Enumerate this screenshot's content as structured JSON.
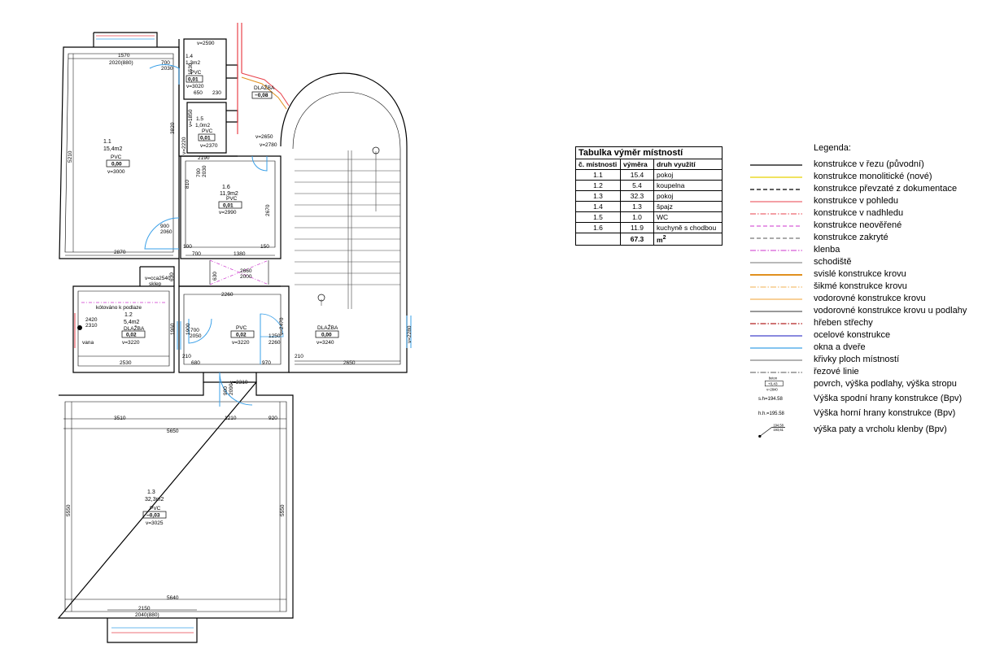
{
  "plan": {
    "rooms": [
      {
        "id": "1.1",
        "area": "15,4m2",
        "floor": "PVC",
        "level": "0,00",
        "height": "v=3000"
      },
      {
        "id": "1.2",
        "area": "5,4m2",
        "floor": "DLAŽBA",
        "level": "0,02",
        "height": "v=3220",
        "note": "kótováno k podlaze",
        "spot": "2420",
        "spot2": "2310",
        "item": "vana"
      },
      {
        "id": "1.3",
        "area": "32,3m2",
        "floor": "PVC",
        "level": "−0,03",
        "height": "v=3025"
      },
      {
        "id": "1.4",
        "area": "1,3m2",
        "floor": "PVC",
        "level": "0,01",
        "height": "v=3020"
      },
      {
        "id": "1.5",
        "area": "1,0m2",
        "floor": "PVC",
        "level": "0,01",
        "height": "v=2370"
      },
      {
        "id": "1.6",
        "area": "11,9m2",
        "floor": "PVC",
        "level": "0,01",
        "height": "v=2990"
      }
    ],
    "extra_stamps": [
      {
        "floor": "DLAŽBA",
        "level": "−0,08"
      },
      {
        "floor": "PVC",
        "level": "0,02",
        "height": "v=3220"
      },
      {
        "floor": "DLAŽBA",
        "level": "0,00",
        "height": "v=3240"
      }
    ],
    "dims": {
      "d1570": "1570",
      "d2020": "2020(880)",
      "d700": "700",
      "d2030": "2030",
      "d2590": "v=2590",
      "d5210": "5210",
      "d3820": "3820",
      "d650": "650",
      "d230": "230",
      "d1530": "1530",
      "d1850": "v=1850",
      "d2220": "v=2220",
      "d2650a": "v=2650",
      "d2780": "v=2780",
      "d2190": "2190",
      "d810": "810",
      "d700b": "700",
      "d2030b": "2030",
      "d2670": "2670",
      "d900": "900",
      "d2060": "2060",
      "d2870": "2870",
      "d100": "100",
      "d700c": "700",
      "d1380": "1380",
      "d150": "150",
      "d630": "630",
      "d2660": "2660",
      "d2000": "2000",
      "d2540": "v=cca2540",
      "sklep": "sklep",
      "d2260": "2260",
      "d700d": "700",
      "d2050": "2050",
      "d1960": "1960",
      "d1900": "1900",
      "d2530": "2530",
      "d210": "210",
      "d680": "680",
      "d970": "970",
      "d1250": "1250",
      "d2260b": "2260",
      "d2470": "v=2470",
      "d210b": "210",
      "d2650": "2650",
      "d2280": "v=2280",
      "d2310": "v=2310",
      "d900b": "900",
      "d2090": "2090",
      "d3510": "3510",
      "d1210": "1210",
      "d920": "920",
      "d5650": "5650",
      "d5550": "5550",
      "d5550b": "5550",
      "d5640": "5640",
      "d2150": "2150",
      "d2040": "2040(880)"
    }
  },
  "area_table": {
    "title": "Tabulka výměr místností",
    "headers": [
      "č. místnosti",
      "výměra",
      "druh využití"
    ],
    "rows": [
      [
        "1.1",
        "15.4",
        "pokoj"
      ],
      [
        "1.2",
        "5.4",
        "koupelna"
      ],
      [
        "1.3",
        "32.3",
        "pokoj"
      ],
      [
        "1.4",
        "1.3",
        "špajz"
      ],
      [
        "1.5",
        "1.0",
        "WC"
      ],
      [
        "1.6",
        "11.9",
        "kuchyně s chodbou"
      ]
    ],
    "total": "67.3",
    "unit": "m",
    "unit_sup": "2"
  },
  "legend": {
    "title": "Legenda:",
    "items": [
      {
        "label": "konstrukce v řezu (původní)",
        "color": "#000000",
        "style": "solid",
        "width": 1.2
      },
      {
        "label": "konstrukce monolitické (nové)",
        "color": "#e6d200",
        "style": "solid",
        "width": 1.2
      },
      {
        "label": "konstrukce převzaté z dokumentace",
        "color": "#000000",
        "style": "dashed",
        "width": 1.2
      },
      {
        "label": "konstrukce v pohledu",
        "color": "#e8424b",
        "style": "solid",
        "width": 1
      },
      {
        "label": "konstrukce v nadhledu",
        "color": "#e8424b",
        "style": "dashdot",
        "width": 1
      },
      {
        "label": "konstrukce neověřené",
        "color": "#cc33cc",
        "style": "dashed",
        "width": 1
      },
      {
        "label": "konstrukce zakryté",
        "color": "#555555",
        "style": "dashed",
        "width": 1
      },
      {
        "label": "klenba",
        "color": "#cc33cc",
        "style": "dashdot",
        "width": 1
      },
      {
        "label": "schodiště",
        "color": "#444444",
        "style": "solid",
        "width": 0.8
      },
      {
        "label": "svislé konstrukce krovu",
        "color": "#e0901e",
        "style": "solid",
        "width": 2
      },
      {
        "label": "šikmé konstrukce krovu",
        "color": "#f0b050",
        "style": "dashdot",
        "width": 1
      },
      {
        "label": "vodorovné konstrukce krovu",
        "color": "#f0a030",
        "style": "solid",
        "width": 1
      },
      {
        "label": "vodorovné konstrukce krovu u podlahy",
        "color": "#333333",
        "style": "solid",
        "width": 1
      },
      {
        "label": "hřeben střechy",
        "color": "#b22222",
        "style": "dashdot",
        "width": 1.2
      },
      {
        "label": "ocelové konstrukce",
        "color": "#4444cc",
        "style": "solid",
        "width": 1.2
      },
      {
        "label": "okna a dveře",
        "color": "#3aa0e8",
        "style": "solid",
        "width": 1.2
      },
      {
        "label": "křivky ploch místností",
        "color": "#333333",
        "style": "solid",
        "width": 0.8
      },
      {
        "label": "řezové linie",
        "color": "#555555",
        "style": "dashdot",
        "width": 1
      }
    ],
    "floor_sample": {
      "material": "beton",
      "level": "+0,43",
      "height": "v=2840",
      "label": "povrch, výška podlahy, výška stropu"
    },
    "sh_sample": {
      "text": "s.h=194.58",
      "label": "Výška spodní hrany konstrukce (Bpv)"
    },
    "hh_sample": {
      "text": "h.h.=195.58",
      "label": "Výška horní hrany konstrukce (Bpv)"
    },
    "vault_sample": {
      "top": "194,58",
      "bottom": "193,61",
      "label": "výška paty a vrcholu klenby (Bpv)"
    }
  }
}
